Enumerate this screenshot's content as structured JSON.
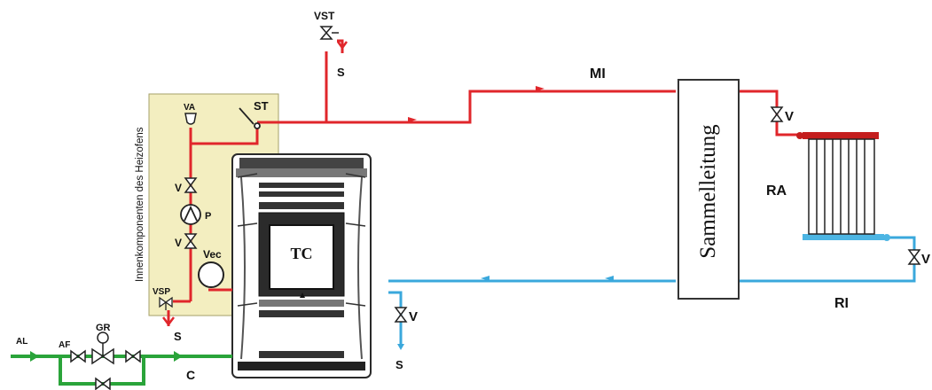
{
  "labels": {
    "vst": "VST",
    "s_top": "S",
    "mi": "MI",
    "sammelleitung": "Sammelleitung",
    "v_right_top": "V",
    "ra": "RA",
    "v_right_bottom": "V",
    "ri": "RI",
    "v_return": "V",
    "s_return": "S",
    "innen": "Innenkomponenten des Heizofens",
    "va": "VA",
    "st": "ST",
    "v_pump_top": "V",
    "p": "P",
    "v_pump_bottom": "V",
    "vec": "Vec",
    "vsp": "VSP",
    "s_bottom": "S",
    "tc": "TC",
    "al": "AL",
    "af": "AF",
    "gr": "GR",
    "c": "C"
  },
  "colors": {
    "supply": "#e0262b",
    "return": "#3aa8dc",
    "cold": "#2aa43a",
    "panel": "#f3eec0",
    "panel_border": "#a6a06a",
    "stove": "#2a2a2a",
    "radiator_top": "#c41e1e",
    "radiator_bottom": "#4cb5e3"
  }
}
